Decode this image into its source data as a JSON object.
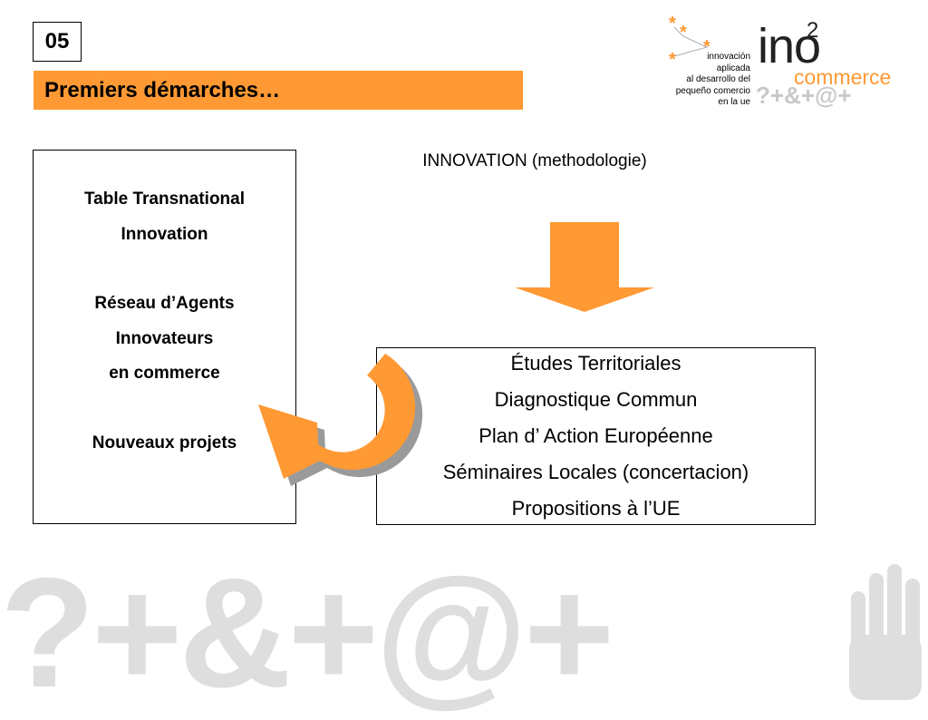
{
  "slide": {
    "number": "05",
    "title": "Premiers démarches…"
  },
  "logo": {
    "tagline": [
      "innovación",
      "aplicada",
      "al desarrollo del",
      "pequeño comercio",
      "en la ue"
    ],
    "brand": "ino",
    "brand_superscript": "2",
    "brand_sub": "commerce",
    "symbols": "?+&+@+",
    "accent_color": "#ff9933"
  },
  "left_box": {
    "lines": [
      "Table Transnational",
      "Innovation",
      "Réseau d’Agents",
      "Innovateurs",
      "en commerce",
      "Nouveaux projets"
    ]
  },
  "innovation_label": "INNOVATION (methodologie)",
  "right_box": {
    "items": [
      "Études Territoriales",
      "Diagnostique Commun",
      "Plan d’ Action Européenne",
      "Séminaires Locales (concertacion)",
      "Propositions à l’UE"
    ]
  },
  "watermark": {
    "text": "?+&+@+"
  },
  "icons": {
    "down_arrow": "down-arrow-icon",
    "curved_arrow": "curved-arrow-icon",
    "hand": "hand-icon"
  }
}
